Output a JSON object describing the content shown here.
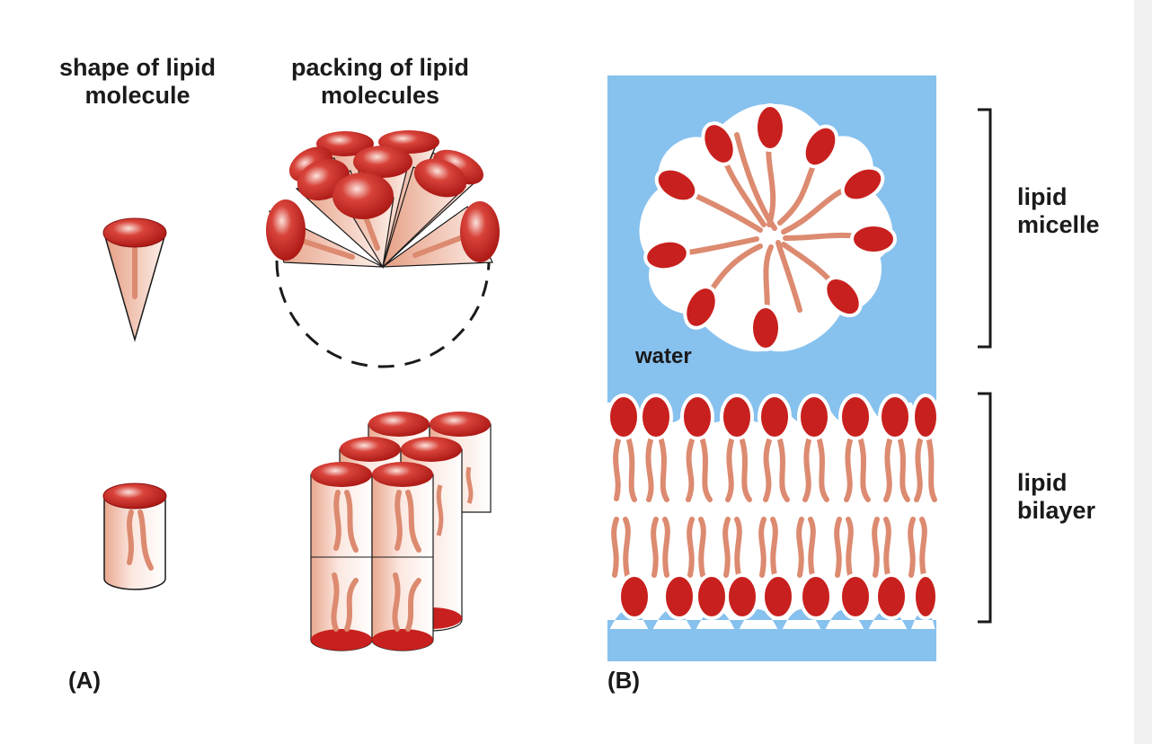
{
  "panel_a": {
    "header_shape": "shape of lipid\nmolecule",
    "header_packing": "packing of lipid\nmolecules",
    "panel_label": "(A)"
  },
  "panel_b": {
    "water_label": "water",
    "micelle_label": "lipid\nmicelle",
    "bilayer_label": "lipid\nbilayer",
    "panel_label": "(B)"
  },
  "colors": {
    "head_red": "#c8201e",
    "tail_salmon": "#dc8a70",
    "water_blue": "#87c1ee",
    "cone_fill": "#f5d6c8",
    "outline": "#1a1a1a"
  }
}
